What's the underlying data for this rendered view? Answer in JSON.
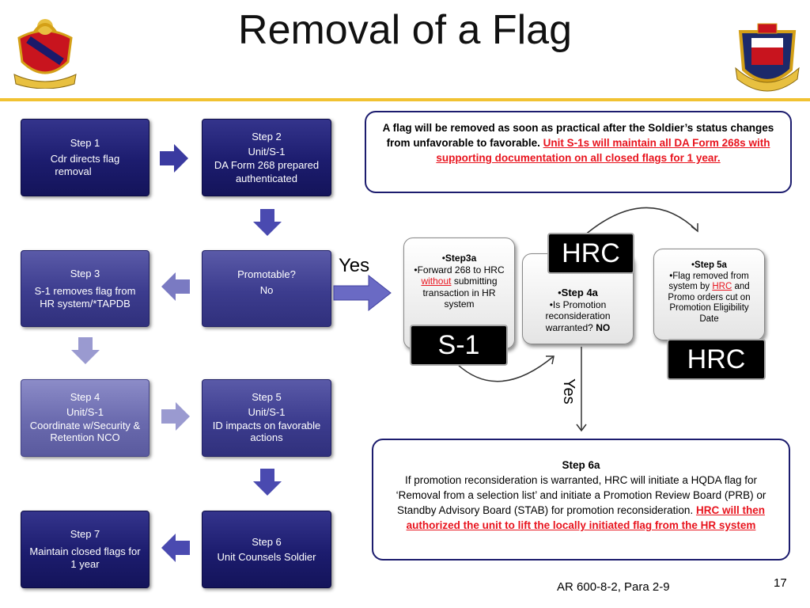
{
  "title": "Removal of a Flag",
  "logos": {
    "left": "regiment-crest-icon",
    "right": "agc-crest-icon"
  },
  "steps": {
    "s1": {
      "lines": [
        "Step 1",
        "Cdr directs flag",
        "removal"
      ]
    },
    "s2": {
      "lines": [
        "Step 2",
        "Unit/S-1",
        "DA Form 268 prepared",
        "authenticated"
      ]
    },
    "s3": {
      "lines": [
        "Step 3",
        "S-1 removes flag from HR system/*TAPDB"
      ]
    },
    "promo": {
      "lines": [
        "Promotable?",
        "No"
      ]
    },
    "s4": {
      "lines": [
        "Step 4",
        "Unit/S-1",
        "Coordinate w/Security & Retention NCO"
      ]
    },
    "s5": {
      "lines": [
        "Step 5",
        "Unit/S-1",
        "ID impacts on favorable actions"
      ]
    },
    "s7": {
      "lines": [
        "Step 7",
        "Maintain closed flags for 1 year"
      ]
    },
    "s6": {
      "lines": [
        "Step 6",
        "Unit Counsels Soldier"
      ]
    }
  },
  "callout_top": {
    "text_bold": "A flag will be removed as soon as practical after the Soldier’s status changes from unfavorable to favorable",
    "text_red": "Unit S-1s will maintain all DA Form 268s with supporting documentation on all closed flags for 1 year."
  },
  "yes_label": "Yes",
  "yes_label_vertical": "Yes",
  "cards": {
    "step3a": {
      "head": "Step3a",
      "line1": "Forward 268 to HRC",
      "without": "without",
      "rest": "submitting transaction in HR system"
    },
    "step4a": {
      "head": "Step 4a",
      "line1": "Is  Promotion reconsideration warranted?",
      "no": "NO"
    },
    "step5a": {
      "head": "Step 5a",
      "line1": "Flag removed from system by",
      "hrc": "HRC",
      "rest": "and Promo orders cut on Promotion Eligibility Date"
    }
  },
  "tags": {
    "s1": "S-1",
    "hrc_top": "HRC",
    "hrc_right": "HRC"
  },
  "callout_bottom": {
    "head": "Step 6a",
    "body": "If promotion reconsideration is warranted, HRC will initiate a HQDA flag for ‘Removal from a selection list’  and initiate a Promotion Review Board (PRB) or Standby Advisory Board (STAB) for promotion reconsideration.",
    "red": "HRC will then authorized the unit to lift the locally initiated flag from the HR system"
  },
  "footer": {
    "ref": "AR 600-8-2, Para  2-9",
    "page": "17"
  },
  "colors": {
    "accent": "#f1c232",
    "navy": "#1c1c6e",
    "red": "#e8141e",
    "arrow": "#4a4ab0"
  }
}
